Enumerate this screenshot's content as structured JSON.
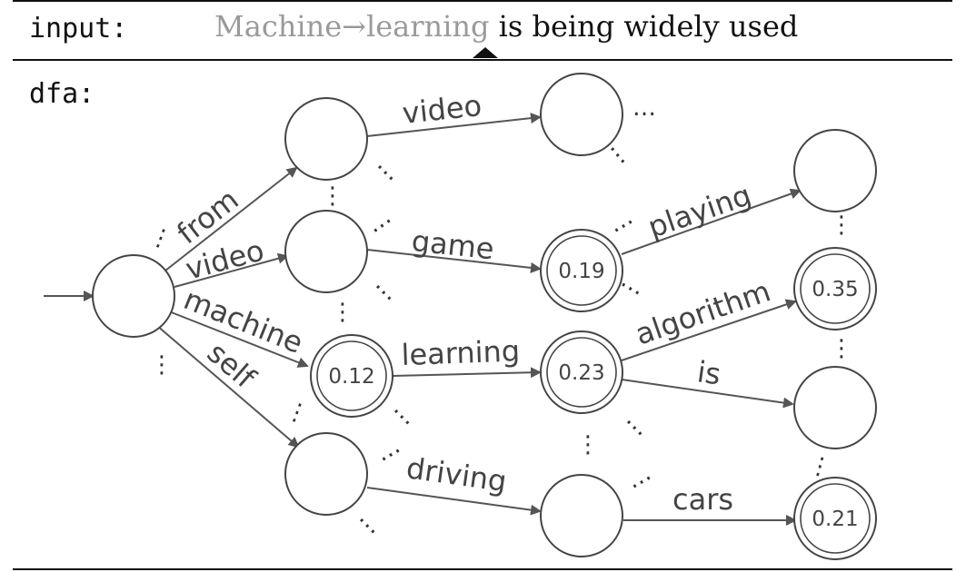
{
  "header": {
    "input_label": "input:",
    "dfa_label": "dfa:",
    "consumed_text": "Machine→learning",
    "remaining_text": " is being widely used"
  },
  "dfa": {
    "edges": [
      {
        "id": "from",
        "label": "from"
      },
      {
        "id": "video1",
        "label": "video"
      },
      {
        "id": "machine",
        "label": "machine"
      },
      {
        "id": "self",
        "label": "self"
      },
      {
        "id": "video2",
        "label": "video"
      },
      {
        "id": "game",
        "label": "game"
      },
      {
        "id": "learning",
        "label": "learning"
      },
      {
        "id": "driving",
        "label": "driving"
      },
      {
        "id": "playing",
        "label": "playing"
      },
      {
        "id": "algorithm",
        "label": "algorithm"
      },
      {
        "id": "is",
        "label": "is"
      },
      {
        "id": "cars",
        "label": "cars"
      }
    ],
    "state_scores": {
      "s_machine": "0.12",
      "s_game": "0.19",
      "s_learning": "0.23",
      "s_algorithm": "0.35",
      "s_cars": "0.21"
    },
    "ellipsis": "…",
    "vellipsis": "⋮"
  }
}
